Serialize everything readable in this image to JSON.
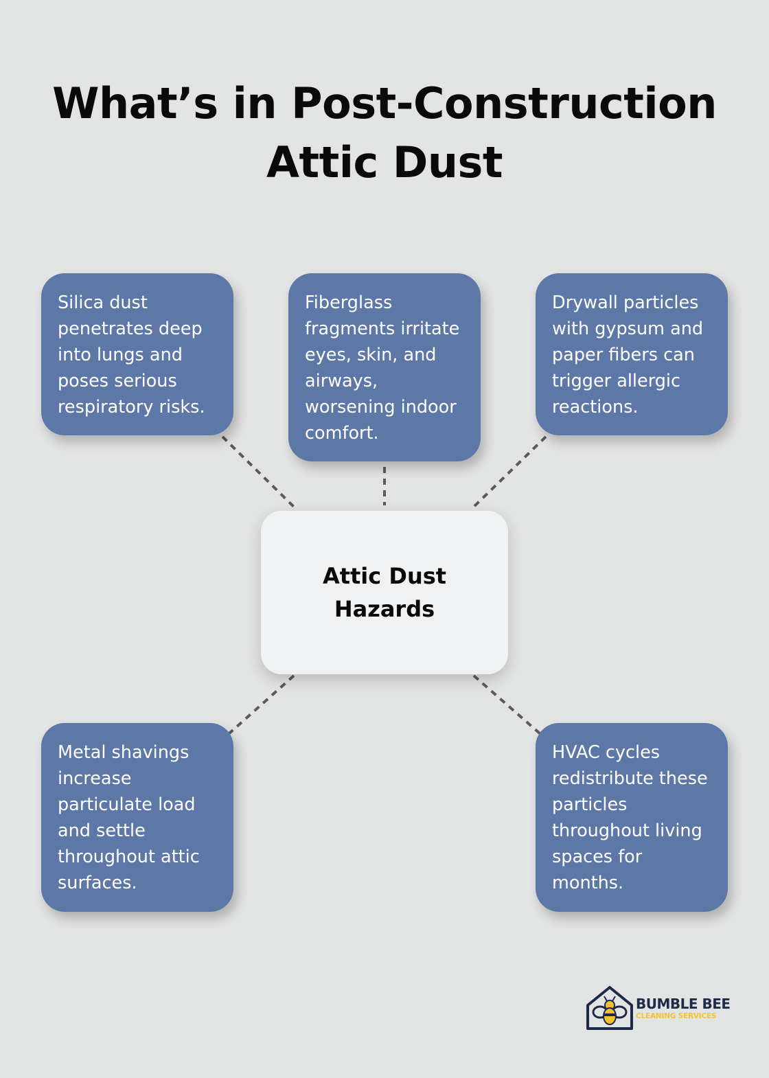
{
  "title": {
    "line1": "What’s in Post-Construction",
    "line2": "Attic Dust"
  },
  "center_node": {
    "line1": "Attic Dust",
    "line2": "Hazards"
  },
  "nodes": [
    {
      "id": "silica",
      "text": "Silica dust penetrates deep into lungs and poses serious respiratory risks."
    },
    {
      "id": "fiberglass",
      "text": "Fiberglass fragments irritate eyes, skin, and airways, worsening indoor comfort."
    },
    {
      "id": "drywall",
      "text": "Drywall particles with gypsum and paper fibers can trigger allergic reactions."
    },
    {
      "id": "metal",
      "text": "Metal shavings increase particulate load and settle throughout attic surfaces."
    },
    {
      "id": "hvac",
      "text": "HVAC cycles redistribute these particles throughout living spaces for months."
    }
  ],
  "logo": {
    "icon": "bee-house-icon",
    "name": "BUMBLE BEE",
    "tagline": "CLEANING SERVICES"
  },
  "colors": {
    "background": "#e2e3e3",
    "node_fill": "#5d78a7",
    "center_fill": "#f0f1f2",
    "connector": "#5a5a5a",
    "logo_navy": "#1e2a4a",
    "logo_yellow": "#f2c230"
  }
}
